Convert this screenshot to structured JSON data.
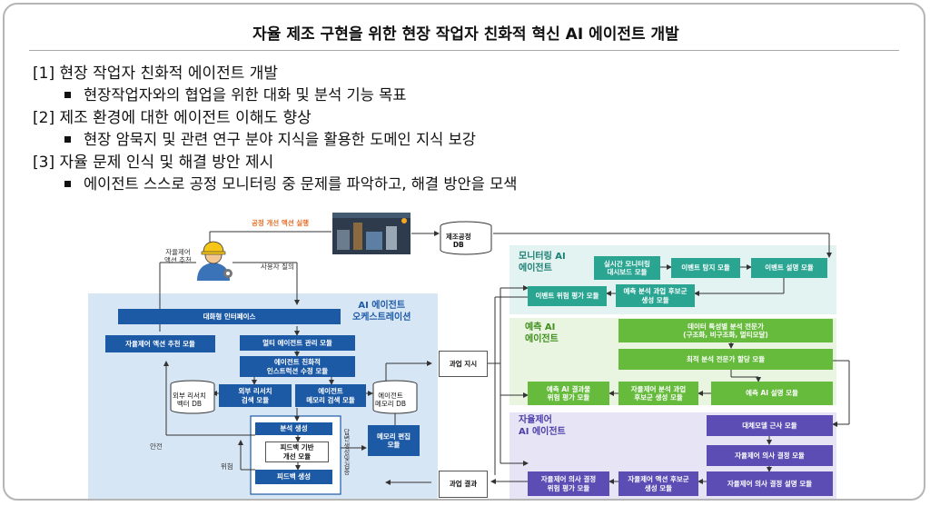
{
  "title": "자율 제조 구현을 위한 현장 작업자 친화적 혁신 AI 에이전트 개발",
  "points": [
    {
      "label": "[1] 현장 작업자 친화적 에이전트 개발",
      "sub": "현장작업자와의 협업을 위한 대화 및 분석 기능 목표"
    },
    {
      "label": "[2] 제조 환경에 대한 에이전트 이해도 향상",
      "sub": "현장 암묵지 및 관련 연구 분야 지식을 활용한 도메인 지식 보강"
    },
    {
      "label": "[3] 자율 문제 인식 및 해결 방안 제시",
      "sub": "에이전트 스스로 공정 모니터링 중 문제를 파악하고, 해결 방안을 모색"
    }
  ],
  "diagram": {
    "top_action": "공정 개선 액션 실행",
    "action_recommend": "자율제어\n액션 추천",
    "user_query": "사용자 질의",
    "db_main": "제조공정\nDB",
    "orchestration": {
      "title": "AI 에이전트\n오케스트레이션",
      "chat_interface": "대화형 인터페이스",
      "action_module": "자율제어 액션 추천 모듈",
      "multi_agent": "멀티 에이전트 관리 모듈",
      "instruction": "에이전트 친화적\n인스트럭션 수정 모듈",
      "ext_search": "외부 리서치\n검색 모듈",
      "mem_search": "에이전트\n메모리 검색 모듈",
      "vector_db": "외부 리서치\n벡터 DB",
      "memory_db": "에이전트\n메모리 DB",
      "analysis_gen": "분석 생성",
      "feedback_improve": "피드백 기반\n개선 모듈",
      "feedback_gen": "피드백 생성",
      "vertical_label": "답변 생성 및 검증",
      "memory_edit": "메모리 편집\n모듈",
      "safe": "안전",
      "risk": "위험"
    },
    "process_instruction": "과업 지시",
    "process_result": "과업 결과",
    "monitoring": {
      "title": "모니터링 AI\n에이전트",
      "dashboard": "실시간 모니터링\n대시보드 모듈",
      "event_detect": "이벤트 탐지 모듈",
      "event_explain": "이벤트 설명 모듈",
      "risk_eval": "이벤트 위험 평가 모듈",
      "candidate": "예측 분석 과업 후보군\n생성 모듈"
    },
    "prediction": {
      "title": "예측 AI\n에이전트",
      "data_expert": "데이터 특성별 분석 전문가\n(구조화, 비구조화, 멀티모달)",
      "assign": "최적 분석 전문가 할당 모듈",
      "result_eval": "예측 AI 결과물\n위험 평가 모듈",
      "control_candidate": "자율제어 분석 과업\n후보군 생성 모듈",
      "explain": "예측 AI 설명 모듈"
    },
    "control": {
      "title": "자율제어\nAI 에이전트",
      "surrogate": "대체모델 근사 모듈",
      "decision": "자율제어 의사 결정 모듈",
      "decision_risk": "자율제어 의사 결정\n위험 평가 모듈",
      "action_candidate": "자율제어 액션 후보군\n생성 모듈",
      "decision_explain": "자율제어 의사 결정 설명 모듈"
    },
    "colors": {
      "blue": "#1d5aa6",
      "green": "#66bb3d",
      "teal": "#2aa592",
      "purple": "#5b4db3",
      "orange": "#e5702a"
    }
  }
}
